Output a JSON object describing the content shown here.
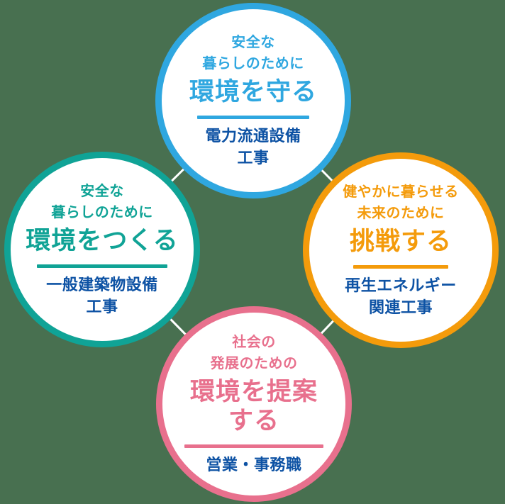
{
  "background_color": "#487050",
  "connector_color": "#ffffff",
  "label_color": "#0D52A4",
  "circles": {
    "top": {
      "accent": "#2FA7E0",
      "heading": [
        "安全な",
        "暮らしのために"
      ],
      "title": [
        "環境を守る"
      ],
      "label": [
        "電力流通設備",
        "工事"
      ]
    },
    "left": {
      "accent": "#10A396",
      "heading": [
        "安全な",
        "暮らしのために"
      ],
      "title": [
        "環境をつくる"
      ],
      "label": [
        "一般建築物設備",
        "工事"
      ]
    },
    "right": {
      "accent": "#F49B0B",
      "heading": [
        "健やかに暮らせる",
        "未来のために"
      ],
      "title": [
        "挑戦する"
      ],
      "label": [
        "再生エネルギー",
        "関連工事"
      ]
    },
    "bottom": {
      "accent": "#E8708D",
      "heading": [
        "社会の",
        "発展のための"
      ],
      "title": [
        "環境を提案",
        "する"
      ],
      "label": [
        "営業・事務職"
      ]
    }
  }
}
